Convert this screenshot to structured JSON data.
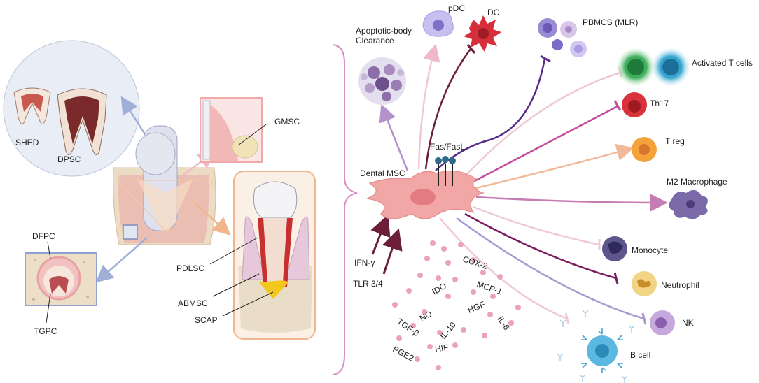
{
  "left_panel": {
    "stem_cells": {
      "shed": "SHED",
      "dpsc": "DPSC",
      "gmsc": "GMSC",
      "dfpc": "DFPC",
      "tgpc": "TGPC",
      "pdlsc": "PDLSC",
      "abmsc": "ABMSC",
      "scap": "SCAP"
    }
  },
  "right_panel": {
    "center_cell": "Dental MSC",
    "receptor": "Fas/FasL",
    "stimuli": [
      "IFN-γ",
      "TLR 3/4"
    ],
    "targets": {
      "apoptotic": [
        "Apoptotic-body",
        "Clearance"
      ],
      "pdc": "pDC",
      "dc": "DC",
      "pbmcs": "PBMCS (MLR)",
      "activated_t": "Activated T cells",
      "th17": "Th17",
      "treg": "T reg",
      "m2": "M2 Macrophage",
      "monocyte": "Monocyte",
      "neutrophil": "Neutrophil",
      "nk": "NK",
      "b_cell": "B cell"
    },
    "mediators": {
      "cox2": "COX-2",
      "ido": "IDO",
      "mcp1": "MCP-1",
      "hgf": "HGF",
      "il6": "IL-6",
      "no": "NO",
      "tgfb": "TGF-β",
      "il10": "IL-10",
      "pge2": "PGE2",
      "hif": "HIF"
    }
  },
  "colors": {
    "cell_pink": "#f2a7a7",
    "dentin_red": "#c8323a",
    "bone_beige": "#ecdcc2",
    "bracket_pink": "#d98cc0",
    "dot_pink": "#e9a2b6",
    "inhibit_line": "#7a1f3e"
  }
}
